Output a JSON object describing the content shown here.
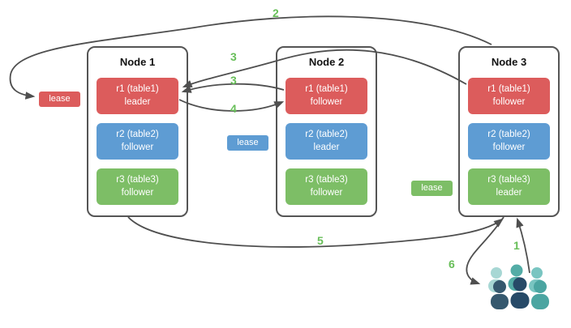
{
  "nodes": [
    {
      "title": "Node 1",
      "replicas": [
        {
          "name": "r1 (table1)",
          "role": "leader",
          "color": "red"
        },
        {
          "name": "r2 (table2)",
          "role": "follower",
          "color": "blue"
        },
        {
          "name": "r3 (table3)",
          "role": "follower",
          "color": "green"
        }
      ]
    },
    {
      "title": "Node 2",
      "replicas": [
        {
          "name": "r1 (table1)",
          "role": "follower",
          "color": "red"
        },
        {
          "name": "r2 (table2)",
          "role": "leader",
          "color": "blue"
        },
        {
          "name": "r3 (table3)",
          "role": "follower",
          "color": "green"
        }
      ]
    },
    {
      "title": "Node 3",
      "replicas": [
        {
          "name": "r1 (table1)",
          "role": "follower",
          "color": "red"
        },
        {
          "name": "r2 (table2)",
          "role": "follower",
          "color": "blue"
        },
        {
          "name": "r3 (table3)",
          "role": "leader",
          "color": "green"
        }
      ]
    }
  ],
  "leases": [
    {
      "label": "lease",
      "color": "#DC5C5C"
    },
    {
      "label": "lease",
      "color": "#5E9CD3"
    },
    {
      "label": "lease",
      "color": "#7DBE66"
    }
  ],
  "steps": {
    "s1": "1",
    "s2": "2",
    "s3a": "3",
    "s3b": "3",
    "s4": "4",
    "s5": "5",
    "s6": "6"
  },
  "icons": {
    "users": "users-group-icon"
  },
  "colors": {
    "red": "#DC5C5C",
    "blue": "#5E9CD3",
    "green": "#7DBE66",
    "step_number": "#67BE58",
    "arrow": "#4F4F4F",
    "node_border": "#555555"
  }
}
